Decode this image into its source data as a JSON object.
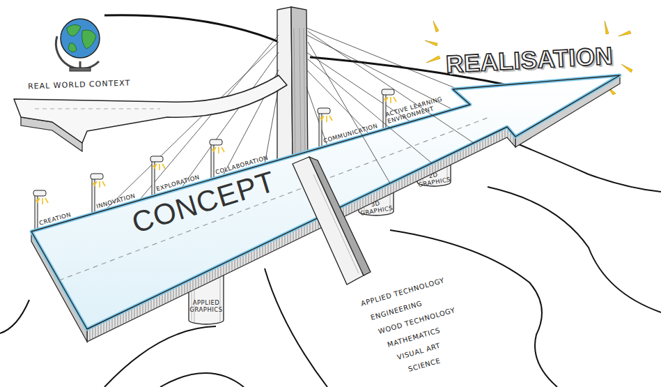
{
  "diagram": {
    "nodes": [
      {
        "text": [
          "REAL WORLD CONTEXT"
        ]
      },
      {
        "text": [
          "CONCEPT"
        ]
      },
      {
        "text": [
          "APPLIED GRAPHICS"
        ]
      },
      {
        "text": [
          "3D GRAPHICS"
        ]
      },
      {
        "text": [
          "2D GRAPHICS"
        ]
      }
    ],
    "labels": [
      "REALISATION",
      "CREATION",
      "INNOVATION",
      "EXPLORATION",
      "COLLABORATION",
      "COMMUNICATION",
      "ACTIVE LEARNING ENVIRONMENT",
      "APPLIED TECHNOLOGY",
      "ENGINEERING",
      "WOOD TECHNOLOGY",
      "MATHEMATICS",
      "VISUAL ART",
      "SCIENCE"
    ]
  }
}
